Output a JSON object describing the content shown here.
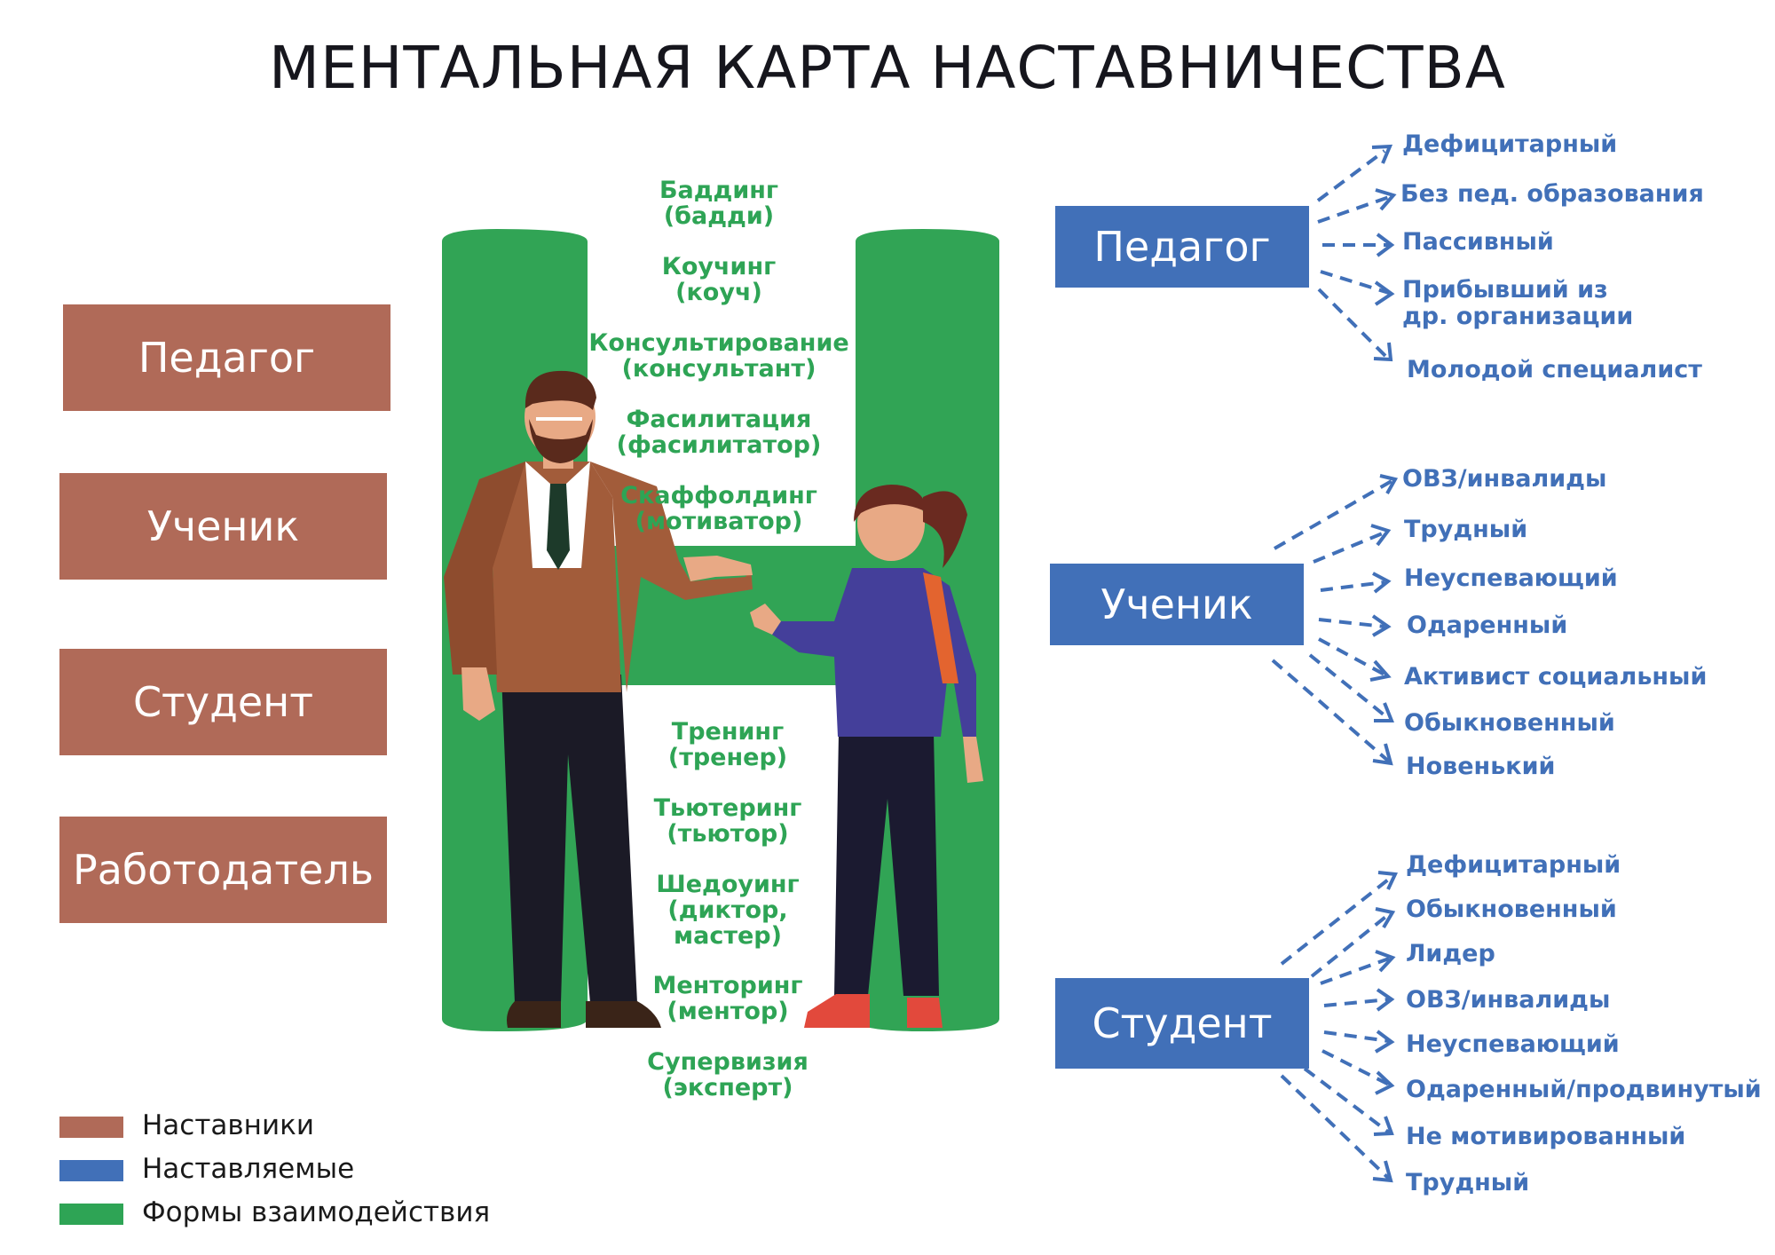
{
  "title": "МЕНТАЛЬНАЯ КАРТА НАСТАВНИЧЕСТВА",
  "colors": {
    "mentors": "#b06a58",
    "mentees": "#4170b8",
    "forms": "#2ea455"
  },
  "mentors": [
    "Педагог",
    "Ученик",
    "Студент",
    "Работодатель"
  ],
  "forms_top": [
    "Баддинг\n(бадди)",
    "Коучинг\n(коуч)",
    "Консультирование\n(консультант)",
    "Фасилитация\n(фасилитатор)",
    "Скаффолдинг\n(мотиватор)"
  ],
  "forms_bottom": [
    "Тренинг\n(тренер)",
    "Тьютеринг\n(тьютор)",
    "Шедоуинг\n(диктор,\nмастер)",
    "Менторинг\n(ментор)",
    "Супервизия\n(эксперт)"
  ],
  "mentees": [
    {
      "label": "Педагог",
      "types": [
        "Дефицитарный",
        "Без пед. образования",
        "Пассивный",
        "Прибывший из\nдр. организации",
        "Молодой специалист"
      ]
    },
    {
      "label": "Ученик",
      "types": [
        "ОВЗ/инвалиды",
        "Трудный",
        "Неуспевающий",
        "Одаренный",
        "Активист социальный",
        "Обыкновенный",
        "Новенький"
      ]
    },
    {
      "label": "Студент",
      "types": [
        "Дефицитарный",
        "Обыкновенный",
        "Лидер",
        "ОВЗ/инвалиды",
        "Неуспевающий",
        "Одаренный/продвинутый",
        "Не мотивированный",
        "Трудный"
      ]
    }
  ],
  "legend": [
    {
      "label": "Наставники",
      "color": "#b06a58"
    },
    {
      "label": "Наставляемые",
      "color": "#4170b8"
    },
    {
      "label": "Формы взаимодействия",
      "color": "#2ea455"
    }
  ]
}
